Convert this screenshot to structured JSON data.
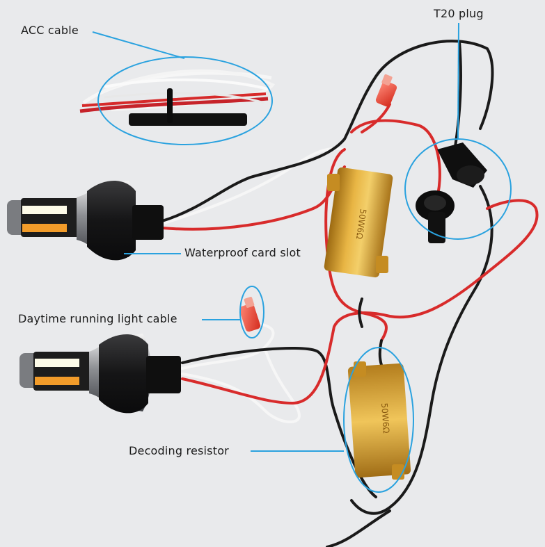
{
  "labels": {
    "acc_cable": "ACC cable",
    "t20_plug": "T20 plug",
    "waterproof_card_slot": "Waterproof card slot",
    "daytime_running_light_cable": "Daytime running light cable",
    "decoding_resistor": "Decoding resistor"
  },
  "resistor_marking": "50W6Ω",
  "colors": {
    "background": "#e9eaec",
    "callout_line": "#2aa2df",
    "wire_red": "#d82b2b",
    "wire_black": "#1a1a1a",
    "wire_white": "#f6f6f6",
    "resistor_gold": "#d8a02a"
  }
}
